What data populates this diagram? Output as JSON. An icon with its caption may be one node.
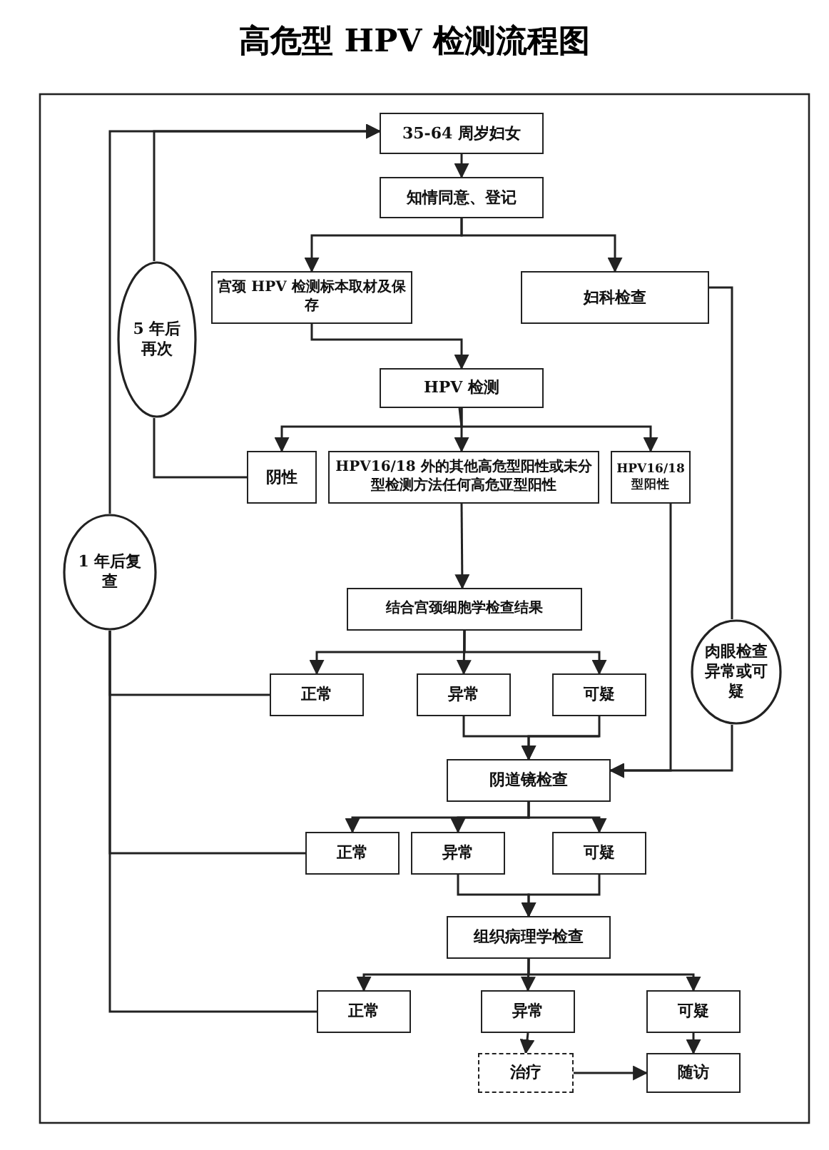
{
  "diagram": {
    "title": "高危型 HPV 检测流程图",
    "nodes": [
      {
        "text": [
          "35-64 周岁妇女"
        ]
      },
      {
        "text": [
          "知情同意、登记"
        ]
      },
      {
        "text": [
          "宫颈 HPV 检测标本取材及保存"
        ]
      },
      {
        "text": [
          "妇科检查"
        ]
      },
      {
        "text": [
          "HPV 检测"
        ]
      },
      {
        "text": [
          "阴性"
        ]
      },
      {
        "text": [
          "HPV16/18 外的其他高危型阳性或未分型检测方法任何高危亚型阳性"
        ]
      },
      {
        "text": [
          "HPV16/18型阳性"
        ]
      },
      {
        "text": [
          "结合宫颈细胞学检查结果"
        ]
      },
      {
        "text": [
          "正常"
        ]
      },
      {
        "text": [
          "异常"
        ]
      },
      {
        "text": [
          "可疑"
        ]
      },
      {
        "text": [
          "阴道镜检查"
        ]
      },
      {
        "text": [
          "正常"
        ]
      },
      {
        "text": [
          "异常"
        ]
      },
      {
        "text": [
          "可疑"
        ]
      },
      {
        "text": [
          "组织病理学检查"
        ]
      },
      {
        "text": [
          "正常"
        ]
      },
      {
        "text": [
          "异常"
        ]
      },
      {
        "text": [
          "可疑"
        ]
      },
      {
        "text": [
          "治疗"
        ]
      },
      {
        "text": [
          "随访"
        ]
      },
      {
        "text": [
          "5 年后再次"
        ]
      },
      {
        "text": [
          "1 年后复查"
        ]
      },
      {
        "text": [
          "肉眼检查异常或可疑"
        ]
      }
    ],
    "edges": [
      {
        "from": 0,
        "to": 1,
        "arrow": "to"
      },
      {
        "from": 1,
        "to": 2,
        "arrow": "to"
      },
      {
        "from": 1,
        "to": 3,
        "arrow": "to"
      },
      {
        "from": 2,
        "to": 4,
        "arrow": "to"
      },
      {
        "from": 3,
        "to": 24,
        "arrow": "none"
      },
      {
        "from": 24,
        "to": 12,
        "arrow": "to"
      },
      {
        "from": 4,
        "to": 5,
        "arrow": "to"
      },
      {
        "from": 4,
        "to": 6,
        "arrow": "to"
      },
      {
        "from": 4,
        "to": 7,
        "arrow": "to"
      },
      {
        "from": 5,
        "to": 22,
        "arrow": "none"
      },
      {
        "from": 22,
        "to": 0,
        "arrow": "to"
      },
      {
        "from": 23,
        "to": 0,
        "arrow": "to"
      },
      {
        "from": 6,
        "to": 8,
        "arrow": "to"
      },
      {
        "from": 8,
        "to": 9,
        "arrow": "to"
      },
      {
        "from": 8,
        "to": 10,
        "arrow": "to"
      },
      {
        "from": 8,
        "to": 11,
        "arrow": "to"
      },
      {
        "from": 9,
        "to": 23,
        "arrow": "none"
      },
      {
        "from": 10,
        "to": 12,
        "arrow": "to"
      },
      {
        "from": 11,
        "to": 12,
        "arrow": "to"
      },
      {
        "from": 7,
        "to": 12,
        "arrow": "to"
      },
      {
        "from": 12,
        "to": 13,
        "arrow": "to"
      },
      {
        "from": 12,
        "to": 14,
        "arrow": "to"
      },
      {
        "from": 12,
        "to": 15,
        "arrow": "to"
      },
      {
        "from": 13,
        "to": 23,
        "arrow": "none"
      },
      {
        "from": 14,
        "to": 16,
        "arrow": "to"
      },
      {
        "from": 15,
        "to": 16,
        "arrow": "to"
      },
      {
        "from": 16,
        "to": 17,
        "arrow": "to"
      },
      {
        "from": 16,
        "to": 18,
        "arrow": "to"
      },
      {
        "from": 16,
        "to": 19,
        "arrow": "to"
      },
      {
        "from": 17,
        "to": 23,
        "arrow": "none"
      },
      {
        "from": 18,
        "to": 20,
        "arrow": "to"
      },
      {
        "from": 19,
        "to": 21,
        "arrow": "to"
      },
      {
        "from": 20,
        "to": 21,
        "arrow": "to"
      }
    ]
  }
}
